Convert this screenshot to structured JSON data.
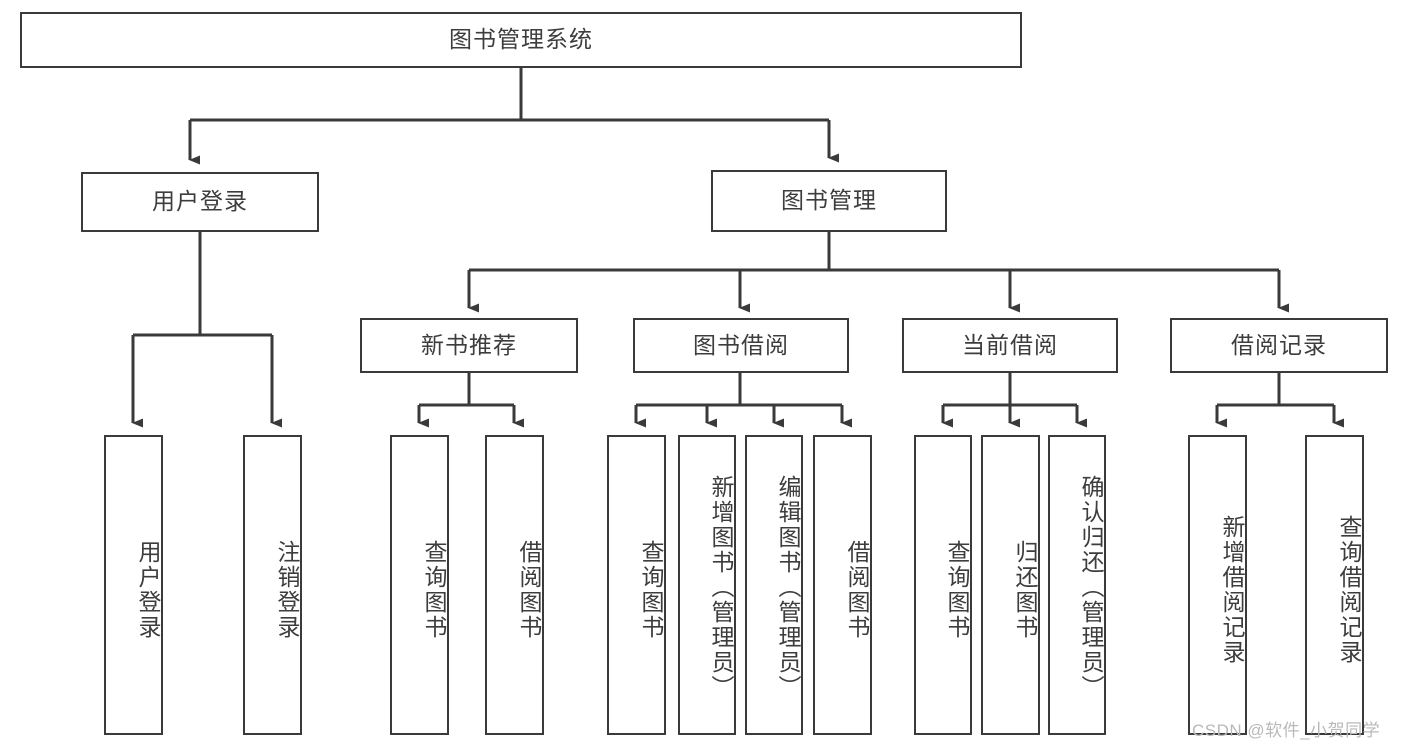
{
  "diagram": {
    "title": "图书管理系统",
    "type": "tree-hierarchy-chart",
    "watermark": "CSDN @软件_小贺同学",
    "colors": {
      "box_border": "#3a3a3a",
      "box_fill": "#ffffff",
      "text": "#3d3d3d",
      "edge": "#3a3a3a",
      "watermark": "#b9b9b9",
      "background": "#ffffff"
    },
    "root": {
      "label": "图书管理系统"
    },
    "level2": [
      {
        "label": "用户登录"
      },
      {
        "label": "图书管理"
      }
    ],
    "level3": [
      {
        "label": "新书推荐"
      },
      {
        "label": "图书借阅"
      },
      {
        "label": "当前借阅"
      },
      {
        "label": "借阅记录"
      }
    ],
    "leaves": {
      "user_login": [
        {
          "label": "用户登录"
        },
        {
          "label": "注销登录"
        }
      ],
      "new_book_recommend": [
        {
          "label": "查询图书"
        },
        {
          "label": "借阅图书"
        }
      ],
      "book_borrow": [
        {
          "label": "查询图书"
        },
        {
          "label": "新增图书（管理员）"
        },
        {
          "label": "编辑图书（管理员）"
        },
        {
          "label": "借阅图书"
        }
      ],
      "current_borrow": [
        {
          "label": "查询图书"
        },
        {
          "label": "归还图书"
        },
        {
          "label": "确认归还（管理员）"
        }
      ],
      "borrow_record": [
        {
          "label": "新增借阅记录"
        },
        {
          "label": "查询借阅记录"
        }
      ]
    }
  }
}
